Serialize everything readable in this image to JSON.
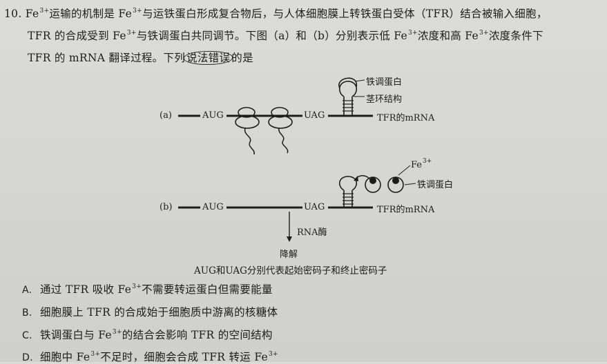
{
  "question": {
    "number": "10.",
    "stem_line1_a": "Fe",
    "stem_line1_sup1": "3+",
    "stem_line1_b": "运输的机制是 Fe",
    "stem_line1_sup2": "3+",
    "stem_line1_c": "与运铁蛋白形成复合物后，与人体细胞膜上转铁蛋白受体（TFR）结合被输入细胞，",
    "stem_line2_a": "TFR 的合成受到 Fe",
    "stem_line2_sup1": "3+",
    "stem_line2_b": "与铁调蛋白共同调节。下图（a）和（b）分别表示低 Fe",
    "stem_line2_sup2": "3+",
    "stem_line2_c": "浓度和高 Fe",
    "stem_line2_sup3": "3+",
    "stem_line2_d": "浓度条件下",
    "stem_line3_a": "TFR 的 mRNA 翻译过程。下列",
    "stem_line3_circled": "说法错误",
    "stem_line3_b": "的是"
  },
  "diagram": {
    "a_label": "(a)",
    "b_label": "(b)",
    "aug": "AUG",
    "uag": "UAG",
    "tfr_mrna": "TFR的mRNA",
    "iron_regulatory_protein": "铁调蛋白",
    "stem_loop": "茎环结构",
    "fe": "Fe",
    "fe_sup": "3+",
    "rna_enzyme": "RNA酶",
    "degrade": "降解",
    "caption": "AUG和UAG分别代表起始密码子和终止密码子"
  },
  "options": [
    {
      "letter": "A.",
      "parts": [
        "通过 TFR 吸收 Fe",
        "3+",
        "不需要转运蛋白但需要能量"
      ]
    },
    {
      "letter": "B.",
      "parts": [
        "细胞膜上 TFR 的合成始于细胞质中游离的核糖体",
        "",
        ""
      ]
    },
    {
      "letter": "C.",
      "parts": [
        "铁调蛋白与 Fe",
        "3+",
        "的结合会影响 TFR 的空间结构"
      ]
    },
    {
      "letter": "D.",
      "parts": [
        "细胞中 Fe",
        "3+",
        "不足时，细胞会合成 TFR 转运 Fe"
      ],
      "tail_sup": "3+"
    }
  ]
}
